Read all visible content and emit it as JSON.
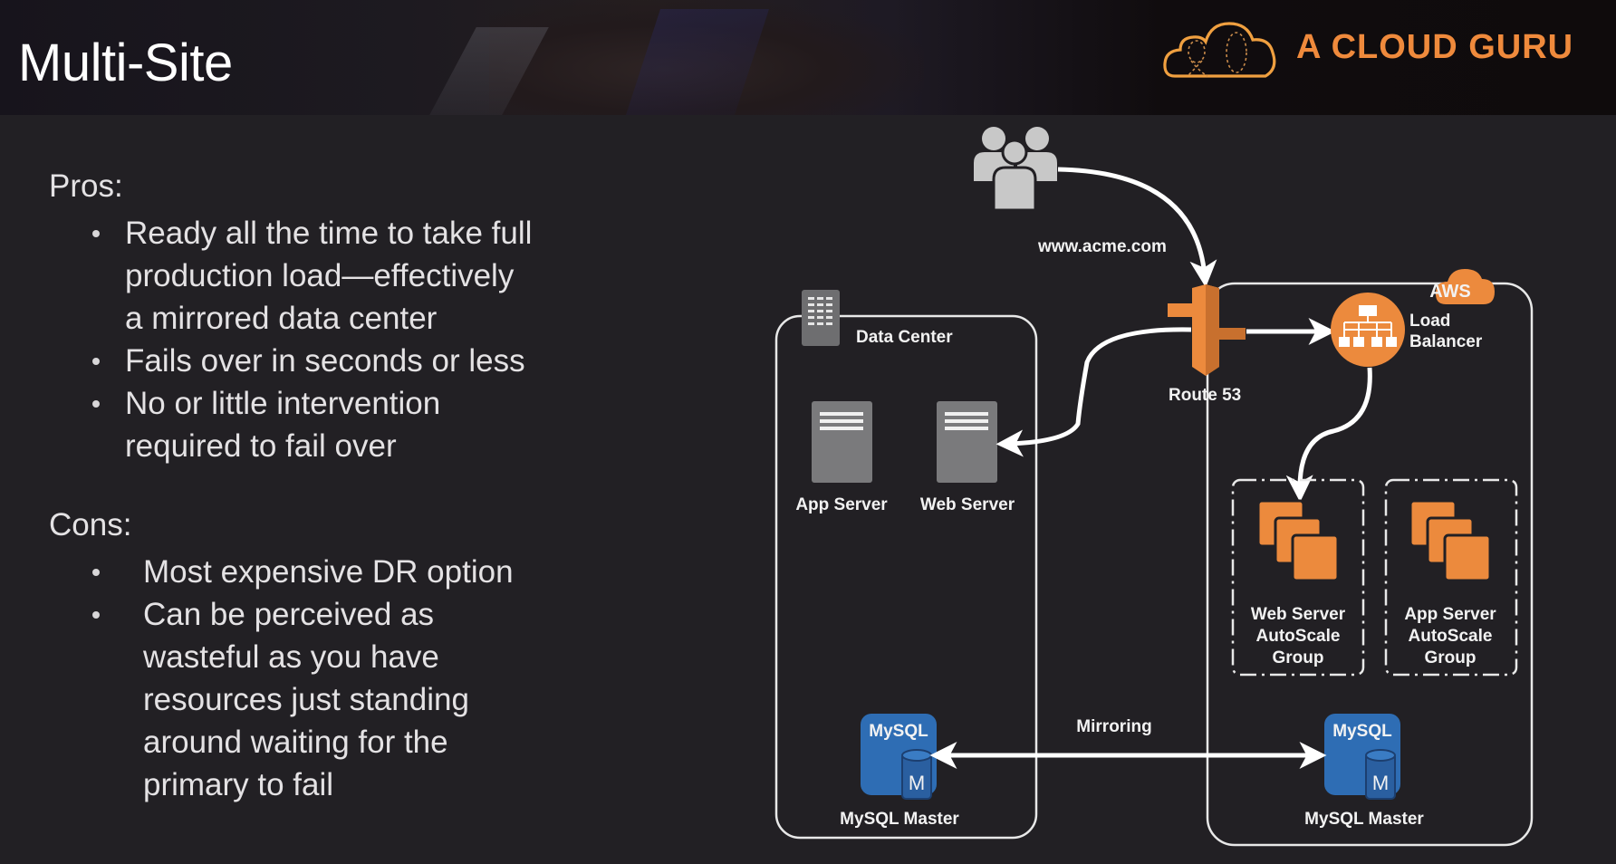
{
  "slide": {
    "title": "Multi-Site",
    "brand": {
      "name": "A CLOUD GURU",
      "logo_icon": "cloud-logo-icon",
      "color": "#ef8a3c"
    }
  },
  "pros": {
    "heading": "Pros:",
    "items": [
      "Ready all the time to take full",
      "production load—effectively",
      "a mirrored data center",
      "Fails over in seconds or less",
      "No or little intervention",
      "required to fail over"
    ],
    "bullets": [
      [
        "Ready all the time to take full",
        "production load—effectively",
        "a mirrored data center"
      ],
      [
        "Fails over in seconds or less"
      ],
      [
        "No or little intervention",
        "required to fail over"
      ]
    ]
  },
  "cons": {
    "heading": "Cons:",
    "bullets": [
      [
        "Most expensive DR option"
      ],
      [
        "Can be perceived as",
        "wasteful as you have",
        "resources just standing",
        "around waiting for the",
        "primary to fail"
      ]
    ]
  },
  "diagram": {
    "users_icon": "users-icon",
    "domain_label": "www.acme.com",
    "route53_label": "Route 53",
    "load_balancer_label": [
      "Load",
      "Balancer"
    ],
    "aws_badge": "AWS",
    "data_center": {
      "label": "Data Center",
      "app_server_label": "App Server",
      "web_server_label": "Web Server",
      "db_label": "MySQL Master"
    },
    "aws_region": {
      "web_asg_label": [
        "Web Server",
        "AutoScale",
        "Group"
      ],
      "app_asg_label": [
        "App Server",
        "AutoScale",
        "Group"
      ],
      "db_label": "MySQL Master"
    },
    "mysql_icon_text": "MySQL",
    "mysql_badge": "M",
    "mirroring_label": "Mirroring",
    "colors": {
      "aws_orange": "#ec8a3d",
      "mysql_blue": "#2e6db4",
      "server_gray": "#7a7a7c"
    }
  }
}
